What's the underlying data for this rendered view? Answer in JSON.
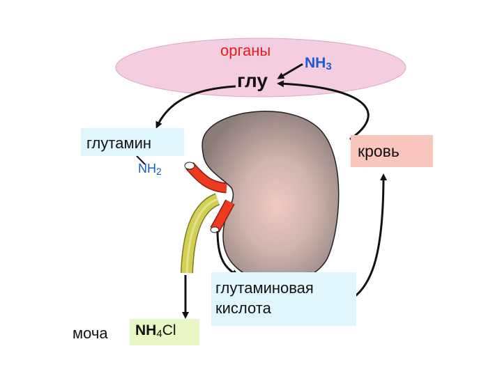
{
  "diagram": {
    "organs_label": "органы",
    "nh3_base": "NH",
    "nh3_sub": "3",
    "glu_label": "глу",
    "glutamine_label": "глутамин",
    "nh2_base": "NH",
    "nh2_sub": "2",
    "blood_label": "кровь",
    "acid_line1": "глутаминовая",
    "acid_line2": "кислота",
    "urine_label": "моча",
    "nh4cl_base": "NH",
    "nh4cl_sub": "4",
    "nh4cl_tail": "Cl"
  },
  "colors": {
    "organ_ellipse": "#f4cde0",
    "kidney": "#a3908c",
    "vessel_red": "#e8341c",
    "ureter_yellow": "#c9c74a",
    "label_box_blue": "#dff6fc",
    "label_box_pink": "#f8c6ba",
    "label_box_green": "#e8f5c4",
    "ammonia_text": "#1a5bd6",
    "organs_text": "#e0201a"
  }
}
